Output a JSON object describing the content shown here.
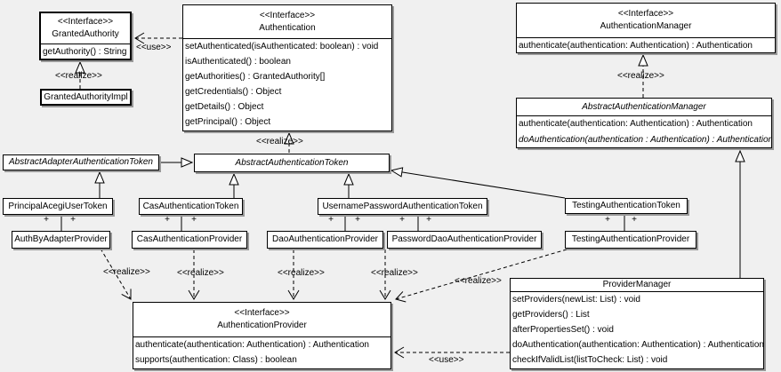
{
  "labels": {
    "interface_stereotype": "<<Interface>>",
    "use": "<<use>>",
    "realize": "<<realize>>",
    "plus": "+"
  },
  "classes": {
    "granted_authority": {
      "stereotype": "<<Interface>>",
      "name": "GrantedAuthority",
      "methods": [
        "getAuthority() : String"
      ]
    },
    "granted_authority_impl": {
      "name": "GrantedAuthorityImpl"
    },
    "authentication": {
      "stereotype": "<<Interface>>",
      "name": "Authentication",
      "methods": [
        "setAuthenticated(isAuthenticated: boolean) : void",
        "isAuthenticated() : boolean",
        "getAuthorities() : GrantedAuthority[]",
        "getCredentials() : Object",
        "getDetails() : Object",
        "getPrincipal() : Object"
      ]
    },
    "authentication_manager": {
      "stereotype": "<<Interface>>",
      "name": "AuthenticationManager",
      "methods": [
        "authenticate(authentication: Authentication) : Authentication"
      ]
    },
    "abstract_authentication_manager": {
      "name": "AbstractAuthenticationManager",
      "methods": [
        "authenticate(authentication: Authentication) : Authentication",
        "doAuthentication(authentication : Authentication) : Authentication"
      ]
    },
    "abstract_adapter_authentication_token": {
      "name": "AbstractAdapterAuthenticationToken"
    },
    "abstract_authentication_token": {
      "name": "AbstractAuthenticationToken"
    },
    "principal_acegi_user_token": {
      "name": "PrincipalAcegiUserToken"
    },
    "cas_authentication_token": {
      "name": "CasAuthenticationToken"
    },
    "username_password_authentication_token": {
      "name": "UsernamePasswordAuthenticationToken"
    },
    "testing_authentication_token": {
      "name": "TestingAuthenticationToken"
    },
    "auth_by_adapter_provider": {
      "name": "AuthByAdapterProvider"
    },
    "cas_authentication_provider": {
      "name": "CasAuthenticationProvider"
    },
    "dao_authentication_provider": {
      "name": "DaoAuthenticationProvider"
    },
    "password_dao_authentication_provider": {
      "name": "PasswordDaoAuthenticationProvider"
    },
    "testing_authentication_provider": {
      "name": "TestingAuthenticationProvider"
    },
    "authentication_provider": {
      "stereotype": "<<Interface>>",
      "name": "AuthenticationProvider",
      "methods": [
        "authenticate(authentication: Authentication) : Authentication",
        "supports(authentication: Class) : boolean"
      ]
    },
    "provider_manager": {
      "name": "ProviderManager",
      "methods": [
        "setProviders(newList: List) : void",
        "getProviders() : List",
        "afterPropertiesSet() : void",
        "doAuthentication(authentication: Authentication) : Authentication",
        "checkIfValidList(listToCheck: List) : void"
      ]
    }
  },
  "colors": {
    "background": "#f0f0f0",
    "box_fill": "#ffffff",
    "line": "#000000",
    "shadow": "#999999"
  }
}
